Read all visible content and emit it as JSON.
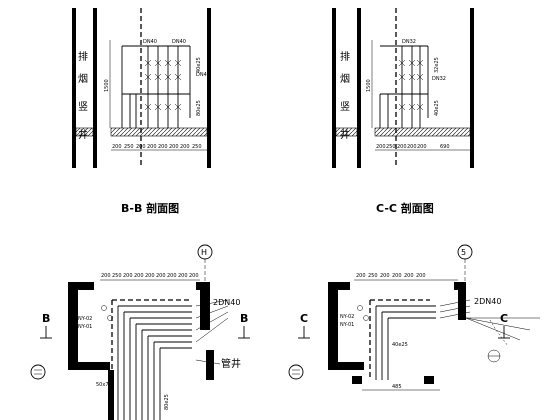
{
  "sections": {
    "bb": {
      "shaft_label_chars": [
        "排",
        "烟",
        "竖",
        "井"
      ],
      "pipe_size_top_left": "DN40",
      "pipe_size_top_right": "DN40",
      "pipe_size_side": "DN40",
      "branch_size": "40e25",
      "branch_size_lower": "80e25",
      "height_dim": "1500",
      "dims_bottom": [
        "200",
        "250",
        "200",
        "200",
        "200",
        "200",
        "200",
        "250"
      ],
      "title": "B-B 剖面图"
    },
    "cc": {
      "shaft_label_chars": [
        "排",
        "烟",
        "竖",
        "井"
      ],
      "pipe_size_top": "DN32",
      "pipe_size_side": "DN32",
      "branch_size": "32e25",
      "branch_size_lower": "40e25",
      "height_dim": "1500",
      "dims_bottom": [
        "200",
        "250",
        "200",
        "200",
        "200",
        "690"
      ],
      "title": "C-C 剖面图"
    }
  },
  "plans": {
    "left": {
      "grid_axis": "H",
      "cut_mark_left": "B",
      "cut_mark_right": "B",
      "pipe_label": "2DN40",
      "branch_label_1": "NY-02",
      "branch_label_2": "NY-01",
      "shaft_label": "管井",
      "dim_vertical": "80e25",
      "dim_bottom": "50x70",
      "dims_top": [
        "200",
        "250",
        "200",
        "200",
        "200",
        "200",
        "200",
        "200",
        "200"
      ]
    },
    "right": {
      "grid_axis": "5",
      "cut_mark_left": "C",
      "cut_mark_right": "C",
      "pipe_label": "2DN40",
      "branch_label_1": "NY-02",
      "branch_label_2": "NY-01",
      "dim_size": "40e25",
      "dim_bottom": "485",
      "dims_top": [
        "200",
        "250",
        "200",
        "200",
        "200",
        "200"
      ]
    }
  }
}
